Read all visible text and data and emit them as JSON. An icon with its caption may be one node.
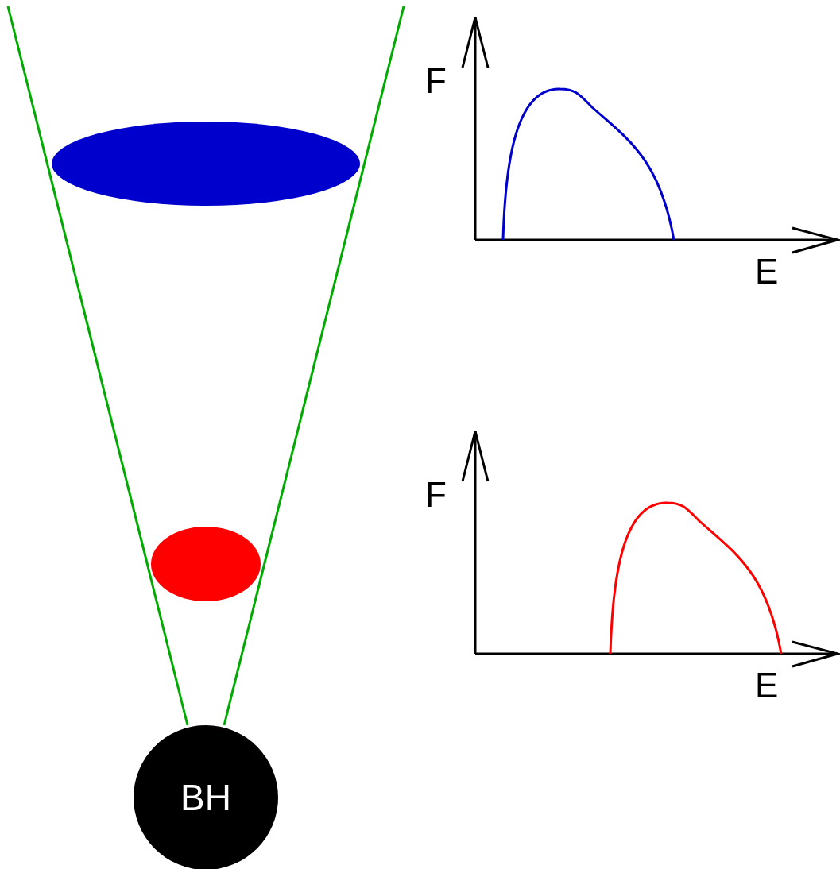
{
  "diagram": {
    "nodes": [
      {
        "text": [],
        "shape": "ellipse"
      },
      {
        "text": [],
        "shape": "ellipse"
      },
      {
        "text": [
          "BH"
        ]
      }
    ],
    "edges": [],
    "labels": [
      "F",
      "E",
      "F",
      "E"
    ]
  }
}
